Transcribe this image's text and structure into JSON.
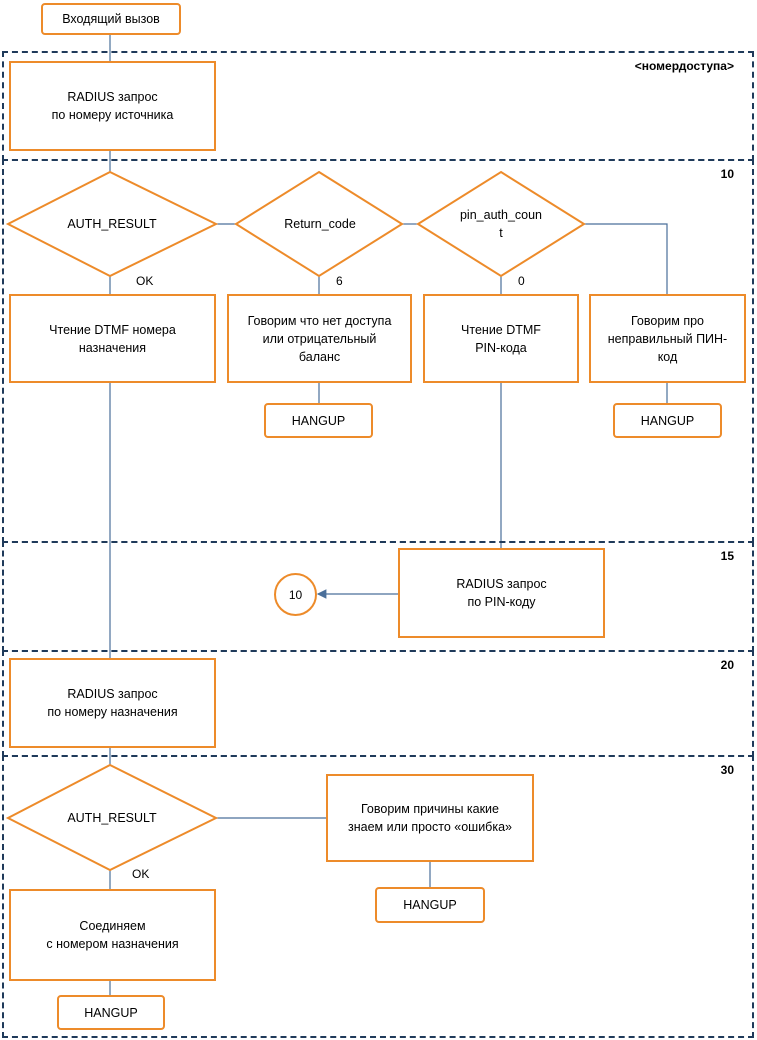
{
  "sections": {
    "access": "<номердоступа>",
    "s10": "10",
    "s15": "15",
    "s20": "20",
    "s30": "30"
  },
  "boxes": {
    "incoming_call": "Входящий вызов",
    "radius_source": "RADIUS запрос\nпо номеру источника",
    "read_dest_dtmf": "Чтение DTMF номера\nназначения",
    "no_access_msg": "Говорим что нет доступа\nили отрицательный\nбаланс",
    "read_pin_dtmf": "Чтение DTMF\nPIN-кода",
    "wrong_pin_msg": "Говорим про\nнеправильный ПИН-\nкод",
    "hangup_1": "HANGUP",
    "hangup_2": "HANGUP",
    "radius_pin": "RADIUS запрос\nпо PIN-коду",
    "goto_10": "10",
    "radius_dest": "RADIUS запрос\nпо номеру назначения",
    "error_reasons": "Говорим причины какие\nзнаем или просто «ошибка»",
    "hangup_3": "HANGUP",
    "connect_dest": "Соединяем\nс номером назначения",
    "hangup_4": "HANGUP"
  },
  "diamonds": {
    "auth_result_1": "AUTH_RESULT",
    "return_code": "Return_code",
    "pin_auth_count": "pin_auth_coun\nt",
    "auth_result_2": "AUTH_RESULT"
  },
  "edge_labels": {
    "ok_1": "OK",
    "six": "6",
    "zero": "0",
    "ok_2": "OK"
  },
  "colors": {
    "box_border": "#ed8b2a",
    "section_border": "#1f3a5a",
    "connector": "#4a6f9a"
  }
}
